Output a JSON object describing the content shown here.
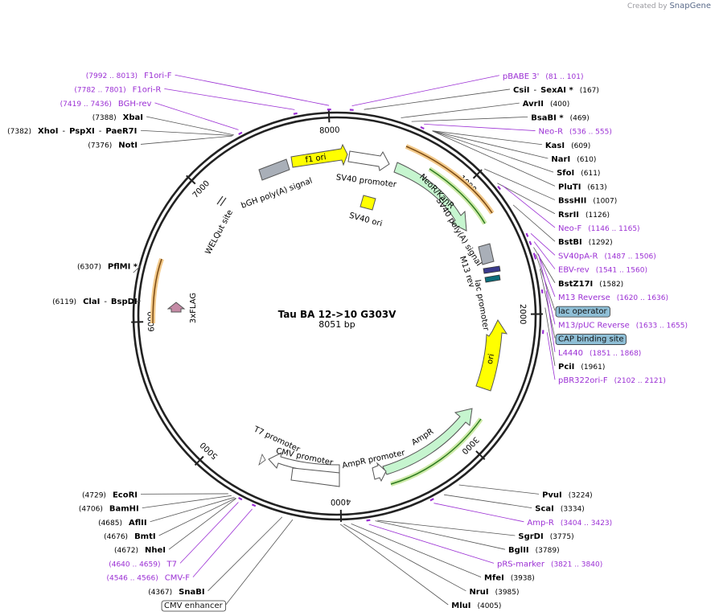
{
  "brand": {
    "prefix": "Created by",
    "name": "SnapGene"
  },
  "plasmid": {
    "name": "Tau BA 12->10 G303V",
    "length": 8051,
    "length_label": "8051 bp"
  },
  "ticks": [
    "1000",
    "2000",
    "3000",
    "4000",
    "5000",
    "6000",
    "7000",
    "8000"
  ],
  "colors": {
    "enzyme": "#000000",
    "primer": "#9b2fd4",
    "ring": "#222222",
    "label_box": "#8fbfd6"
  },
  "enzymes": [
    {
      "name": "CsiI",
      "pos": "(167)"
    },
    {
      "name": "SexAI *",
      "pos": "(167)"
    },
    {
      "name": "AvrII",
      "pos": "(400)"
    },
    {
      "name": "BsaBI *",
      "pos": "(469)"
    },
    {
      "name": "KasI",
      "pos": "(609)"
    },
    {
      "name": "NarI",
      "pos": "(610)"
    },
    {
      "name": "SfoI",
      "pos": "(611)"
    },
    {
      "name": "PluTI",
      "pos": "(613)"
    },
    {
      "name": "BssHII",
      "pos": "(1007)"
    },
    {
      "name": "RsrII",
      "pos": "(1126)"
    },
    {
      "name": "BstBI",
      "pos": "(1292)"
    },
    {
      "name": "BstZ17I",
      "pos": "(1582)"
    },
    {
      "name": "PciI",
      "pos": "(1961)"
    },
    {
      "name": "PvuI",
      "pos": "(3224)"
    },
    {
      "name": "ScaI",
      "pos": "(3334)"
    },
    {
      "name": "SgrDI",
      "pos": "(3775)"
    },
    {
      "name": "BglII",
      "pos": "(3789)"
    },
    {
      "name": "MfeI",
      "pos": "(3938)"
    },
    {
      "name": "NruI",
      "pos": "(3985)"
    },
    {
      "name": "MluI",
      "pos": "(4005)"
    },
    {
      "name": "SnaBI",
      "pos": "(4367)"
    },
    {
      "name": "NheI",
      "pos": "(4672)"
    },
    {
      "name": "BmtI",
      "pos": "(4676)"
    },
    {
      "name": "AflII",
      "pos": "(4685)"
    },
    {
      "name": "BamHI",
      "pos": "(4706)"
    },
    {
      "name": "EcoRI",
      "pos": "(4729)"
    },
    {
      "name": "ClaI",
      "pos": "(6119)"
    },
    {
      "name": "BspDI",
      "pos": "(6119)"
    },
    {
      "name": "PflMI *",
      "pos": "(6307)"
    },
    {
      "name": "NotI",
      "pos": "(7376)"
    },
    {
      "name": "XhoI",
      "pos": "(7382)"
    },
    {
      "name": "PspXI",
      "pos": "(7382)"
    },
    {
      "name": "PaeR7I",
      "pos": "(7382)"
    },
    {
      "name": "XbaI",
      "pos": "(7388)"
    }
  ],
  "primers": [
    {
      "name": "pBABE 3'",
      "range": "(81 .. 101)"
    },
    {
      "name": "Neo-R",
      "range": "(536 .. 555)"
    },
    {
      "name": "Neo-F",
      "range": "(1146 .. 1165)"
    },
    {
      "name": "SV40pA-R",
      "range": "(1487 .. 1506)"
    },
    {
      "name": "EBV-rev",
      "range": "(1541 .. 1560)"
    },
    {
      "name": "M13 Reverse",
      "range": "(1620 .. 1636)"
    },
    {
      "name": "M13/pUC Reverse",
      "range": "(1633 .. 1655)"
    },
    {
      "name": "L4440",
      "range": "(1851 .. 1868)"
    },
    {
      "name": "pBR322ori-F",
      "range": "(2102 .. 2121)"
    },
    {
      "name": "Amp-R",
      "range": "(3404 .. 3423)"
    },
    {
      "name": "pRS-marker",
      "range": "(3821 .. 3840)"
    },
    {
      "name": "T7",
      "range": "(4640 .. 4659)"
    },
    {
      "name": "CMV-F",
      "range": "(4546 .. 4566)"
    },
    {
      "name": "BGH-rev",
      "range": "(7419 .. 7436)"
    },
    {
      "name": "F1ori-R",
      "range": "(7782 .. 7801)"
    },
    {
      "name": "F1ori-F",
      "range": "(7992 .. 8013)"
    }
  ],
  "boxed_features": [
    "lac operator",
    "CAP binding site",
    "CMV enhancer"
  ],
  "features": [
    "f1 ori",
    "SV40 promoter",
    "bGH poly(A) signal",
    "NeoR/KanR",
    "SV40 ori",
    "SV40 poly(A) signal",
    "M13 rev",
    "lac promoter",
    "ori",
    "AmpR",
    "AmpR promoter",
    "CMV promoter",
    "T7 promoter",
    "3xFLAG",
    "WELQut site"
  ]
}
